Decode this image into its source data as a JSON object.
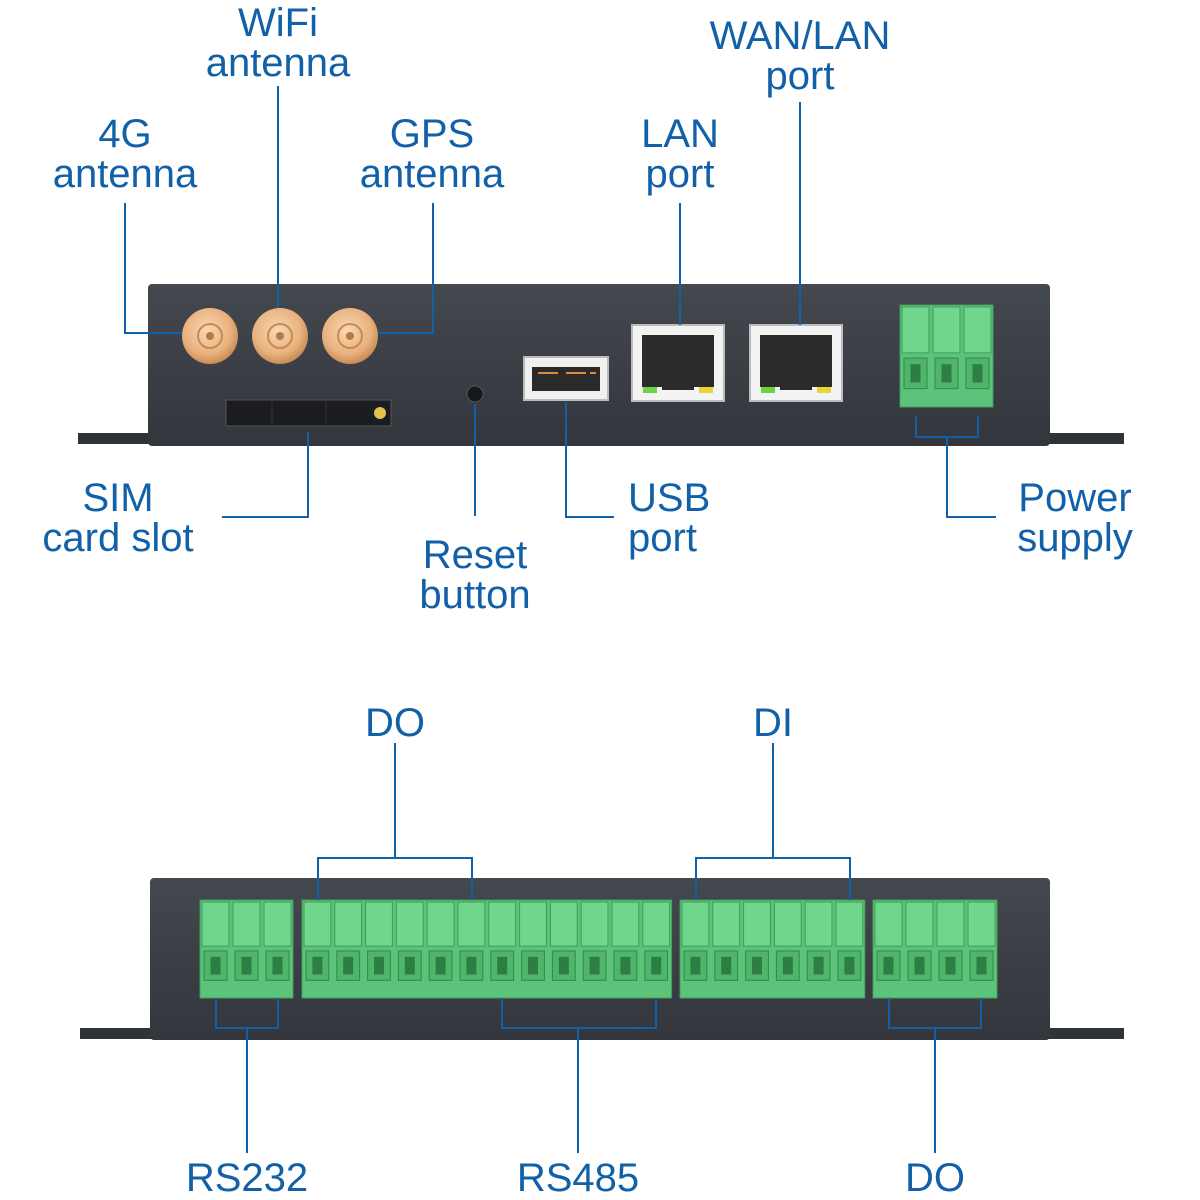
{
  "colors": {
    "label": "#1160a8",
    "device_body": "#3a3e45",
    "terminal_green": "#5cc47a",
    "antenna_gold": "#e9b27e"
  },
  "top_view": {
    "labels": {
      "antenna_4g": [
        "4G",
        "antenna"
      ],
      "antenna_wifi": [
        "WiFi",
        "antenna"
      ],
      "antenna_gps": [
        "GPS",
        "antenna"
      ],
      "lan_port": [
        "LAN",
        "port"
      ],
      "wan_lan_port": [
        "WAN/LAN",
        "port"
      ],
      "sim_card_slot": [
        "SIM",
        "card slot"
      ],
      "reset_button": [
        "Reset",
        "button"
      ],
      "usb_port": [
        "USB",
        "port"
      ],
      "power_supply": [
        "Power",
        "supply"
      ]
    }
  },
  "bottom_view": {
    "labels": {
      "do_top": "DO",
      "di_top": "DI",
      "rs232": "RS232",
      "rs485": "RS485",
      "do_bottom": "DO"
    },
    "terminal_block_pin_counts": [
      3,
      12,
      6,
      4
    ]
  }
}
